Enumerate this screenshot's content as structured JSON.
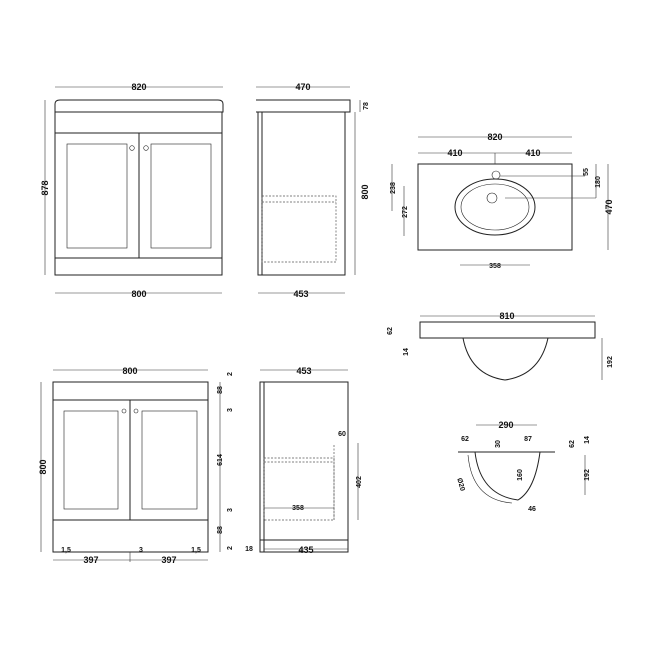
{
  "front_top": {
    "width_top": "820",
    "width_bottom": "800",
    "height": "878"
  },
  "side_top": {
    "depth_top": "470",
    "depth_bottom": "453",
    "height": "800",
    "top_thickness": "78"
  },
  "basin_plan": {
    "width": "820",
    "half_left": "410",
    "half_right": "410",
    "depth": "470",
    "tap_offset": "55",
    "waste_offset": "180",
    "left_238": "238",
    "left_272": "272",
    "bowl_width": "358"
  },
  "basin_section": {
    "width": "810",
    "thickness_62": "62",
    "thickness_14": "14",
    "depth": "192"
  },
  "basin_side": {
    "width_290": "290",
    "left_62": "62",
    "d30": "30",
    "d87": "87",
    "right_62": "62",
    "right_14": "14",
    "d160": "160",
    "d192": "192",
    "dia": "Ø20",
    "d46": "46"
  },
  "front_bottom": {
    "width": "800",
    "height": "800",
    "top_2": "2",
    "top_88": "88",
    "top_3": "3",
    "door_614": "614",
    "bot_3": "3",
    "bot_88": "88",
    "bot_2": "2",
    "gap_left": "1,5",
    "gap_mid": "3",
    "gap_right": "1,5",
    "door_left": "397",
    "door_right": "397"
  },
  "side_bottom": {
    "depth_top": "453",
    "depth_bottom": "435",
    "back_18": "18",
    "d60": "60",
    "d402": "402",
    "d358": "358"
  }
}
